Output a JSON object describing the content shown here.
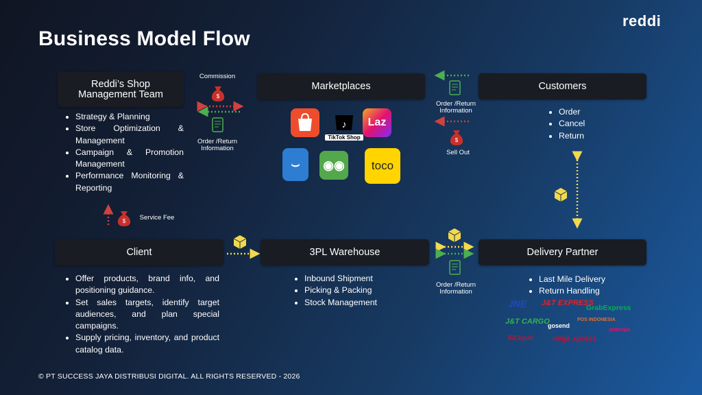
{
  "header": {
    "title": "Business Model Flow",
    "logo": "reddi"
  },
  "boxes": {
    "shop_team": "Reddi’s Shop Management Team",
    "marketplaces": "Marketplaces",
    "customers": "Customers",
    "client": "Client",
    "warehouse": "3PL Warehouse",
    "delivery": "Delivery Partner"
  },
  "shop_team_items": [
    "Strategy & Planning",
    "Store Optimization & Management",
    "Campaign & Promotion Management",
    "Performance Monitoring & Reporting"
  ],
  "customer_items": [
    "Order",
    "Cancel",
    "Return"
  ],
  "client_items": [
    "Offer products, brand info, and positioning guidance.",
    "Set sales targets, identify target audiences, and plan special campaigns.",
    "Supply pricing, inventory, and product catalog data."
  ],
  "warehouse_items": [
    "Inbound Shipment",
    "Picking & Packing",
    "Stock Management"
  ],
  "delivery_items": [
    "Last Mile Delivery",
    "Return Handling"
  ],
  "flow_labels": {
    "commission": "Commission",
    "order_return_1": "Order /Return Information",
    "order_return_2": "Order /Return Information",
    "order_return_3": "Order /Return Information",
    "sell_out": "Sell Out",
    "service_fee": "Service Fee"
  },
  "marketplace_logos": {
    "tiktok": "TikTok Shop",
    "lazada": "Laz",
    "toco": "toco"
  },
  "courier_logos": {
    "jne": "JNE",
    "jt_express": "J&T EXPRESS",
    "grab": "GrabExpress",
    "jt_cargo": "J&T CARGO",
    "gosend": "gosend",
    "pos": "POS INDONESIA",
    "anteraja": "anteraja",
    "sicepat": "SiCepat",
    "ninja": "ninja xpress"
  },
  "footer": "© PT SUCCESS JAYA DISTRIBUSI DIGITAL. ALL RIGHTS RESERVED - 2026",
  "colors": {
    "arrow_red": "#d0413f",
    "arrow_green": "#4caf50",
    "arrow_yellow": "#f2d94e",
    "box_bg": "#191c22",
    "icon_red": "#c9302c"
  }
}
